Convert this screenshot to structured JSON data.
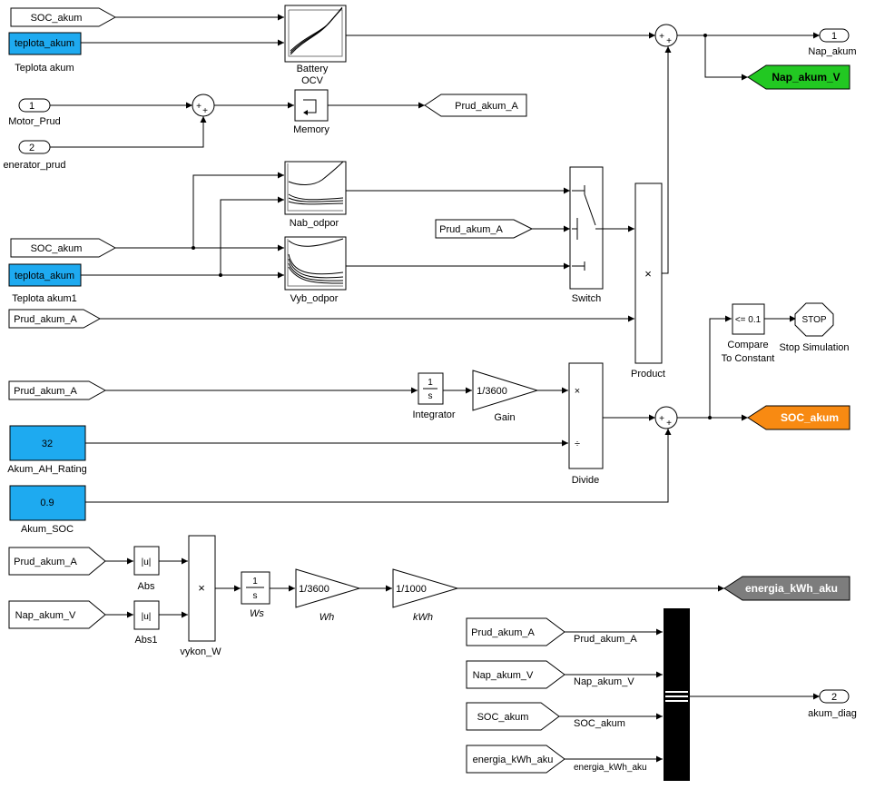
{
  "colors": {
    "constant_fill": "#1eaaf0",
    "goto_green": "#22c822",
    "goto_orange": "#f88a12",
    "goto_gray": "#7d7d7d",
    "mux_bar": "#000000",
    "line": "#000000",
    "background": "#ffffff"
  },
  "froms": {
    "soc_top": "SOC_akum",
    "soc_mid": "SOC_akum",
    "prud_product": "Prud_akum_A",
    "prud_integrator": "Prud_akum_A",
    "prud_abs": "Prud_akum_A",
    "nap_abs": "Nap_akum_V",
    "prud_switch": "Prud_akum_A",
    "prud_mux": "Prud_akum_A",
    "nap_mux": "Nap_akum_V",
    "soc_mux": "SOC_akum",
    "energia_mux": "energia_kWh_aku"
  },
  "gotos": {
    "prud_akum": "Prud_akum_A",
    "nap_akum_v": "Nap_akum_V",
    "soc_akum": "SOC_akum",
    "energia": "energia_kWh_aku"
  },
  "constants": {
    "teplota1_value": "teplota_akum",
    "teplota1_label": "Teplota akum",
    "teplota2_value": "teplota_akum",
    "teplota2_label": "Teplota akum1",
    "ah_value": "32",
    "ah_label": "Akum_AH_Rating",
    "soc_value": "0.9",
    "soc_label": "Akum_SOC"
  },
  "inports": {
    "motor_num": "1",
    "motor_label": "Motor_Prud",
    "gen_num": "2",
    "gen_label": "enerator_prud"
  },
  "outports": {
    "nap_num": "1",
    "nap_label": "Nap_akum",
    "diag_num": "2",
    "diag_label": "akum_diag"
  },
  "blocks": {
    "battery_ocv_line1": "Battery",
    "battery_ocv_line2": "OCV",
    "memory": "Memory",
    "nab_odpor": "Nab_odpor",
    "vyb_odpor": "Vyb_odpor",
    "switch": "Switch",
    "product": "Product",
    "product_symbol": "×",
    "compare_value": "<= 0.1",
    "compare_line1": "Compare",
    "compare_line2": "To Constant",
    "stop_text": "STOP",
    "stop_label": "Stop Simulation",
    "integrator_num": "1",
    "integrator_den": "s",
    "integrator": "Integrator",
    "gain_value": "1/3600",
    "gain": "Gain",
    "divide": "Divide",
    "divide_mul": "×",
    "divide_div": "÷",
    "abs_value": "|u|",
    "abs": "Abs",
    "abs1_value": "|u|",
    "abs1": "Abs1",
    "vykon_symbol": "×",
    "vykon": "vykon_W",
    "ws_num": "1",
    "ws_den": "s",
    "ws": "Ws",
    "wh_value": "1/3600",
    "wh": "Wh",
    "kwh_value": "1/1000",
    "kwh": "kWh"
  },
  "mux_signals": {
    "prud": "Prud_akum_A",
    "nap": "Nap_akum_V",
    "soc": "SOC_akum",
    "energia": "energia_kWh_aku"
  }
}
